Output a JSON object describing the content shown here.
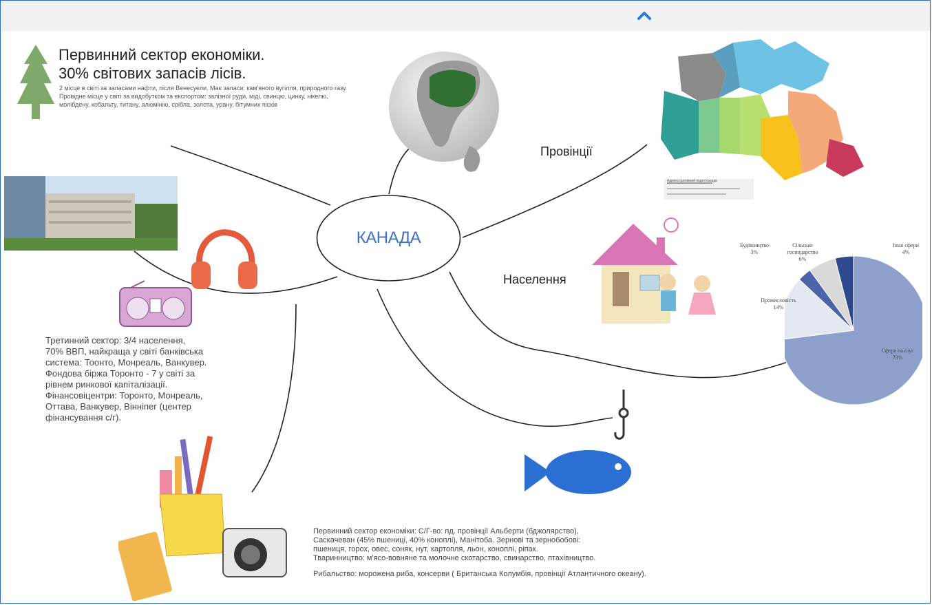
{
  "center": {
    "label": "КАНАДА"
  },
  "primary_forest": {
    "title_line1": "Первинний сектор економіки.",
    "title_line2": "30% світових запасів лісів.",
    "details": "2 місце в світі за запасами нафти, після Венесуели. Має запаси: кам'яного вугілля, природного газу. Провідне місце у світі за видобутком та експортом: залізної руди, міді, свинцю, цинку, нікелю, молібдену, кобальту, титану, алюмінію, срібла, золота, урану, бітумних пісків"
  },
  "provinces": {
    "label": "Провінції"
  },
  "population": {
    "label": "Населення"
  },
  "tertiary": {
    "line1": "Третинний сектор: 3/4 населення,",
    "line2": " 70% ВВП, найкраща у світі банківська",
    "line3": "система: Тоонто, Монреаль, Ванкувер.",
    "line4": "Фондова біржа Торонто - 7 у світі за",
    "line5": "рівнем ринкової капіталізації.",
    "line6": "Фінансовіцентри: Торонто, Монреаль,",
    "line7": "Оттава, Ванкувер, Вінніпег (центер",
    "line8": "фінансування с/г)."
  },
  "agriculture": {
    "line1": "Первинний сектор економіки: С/Г-во: пд. провінції Альберти (бджолярство),",
    "line2": "Саскачеван (45% пшениці, 40% коноплі), Манітоба. Зернові та зернобобові:",
    "line3": "пшениця, горох, овес, соняк, нут, картопля, льон, коноплі, ріпак.",
    "line4": "Тваринництво: м'ясо-вовняне та молочне скотарство, свинарство, птахівництво.",
    "fishing": "Рибальство: морожена риба, консерви ( Британська Колумбія, провінції Атлантичного океану)."
  },
  "chart_data": {
    "type": "pie",
    "categories": [
      "Сфера послуг",
      "Промисловість",
      "Будівництво",
      "Сільське господарство",
      "Інші сфери"
    ],
    "values": [
      73,
      14,
      3,
      6,
      4
    ],
    "labels": [
      "Сфера послуг\n73%",
      "Промисловість\n14%",
      "Будівництво\n3%",
      "Сільське господарство\n6%",
      "Інші сфери\n4%"
    ],
    "colors": [
      "#8da0cb",
      "#e4e8f1",
      "#4c64a8",
      "#d9d9d9",
      "#2f4a8c"
    ]
  },
  "map_legend": {
    "title": "Адміністративний поділ Канади"
  },
  "icons": {
    "collapse": "chevron-up-icon",
    "tree": "tree-icon",
    "globe": "globe-icon",
    "map": "canada-map-image",
    "building": "bank-building-photo",
    "headphones": "headphones-icon",
    "radio": "radio-icon",
    "house": "house-family-illustration",
    "hook": "fish-hook-icon",
    "fish": "fish-icon",
    "supplies": "art-supplies-illustration"
  },
  "colors": {
    "accent": "#3f6fbf",
    "fish": "#2a6fd1",
    "tree": "#7ea96a",
    "frame": "#2a6db5"
  }
}
